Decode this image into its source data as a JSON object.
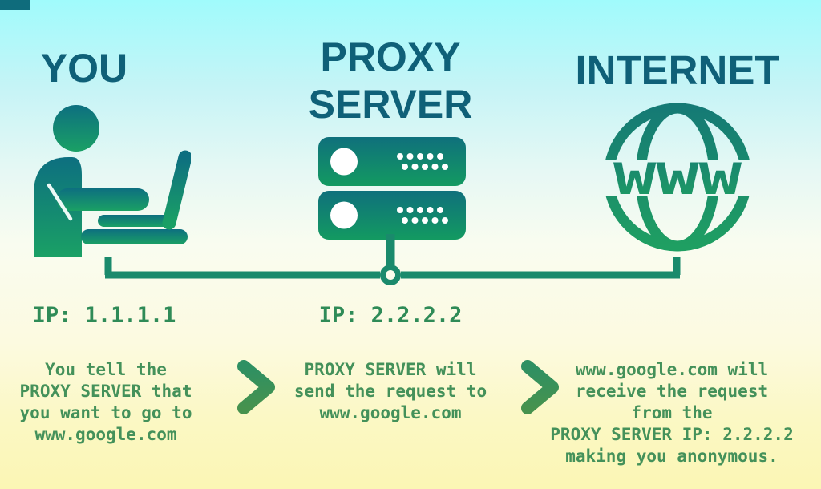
{
  "diagram_title": "Proxy server explanation infographic",
  "palette": {
    "title_text": "#0f6078",
    "ip_text": "#2f8b57",
    "body_text": "#44915a",
    "connector_line": "#1a8a6c",
    "icon_teal_top": "#0e6f80",
    "icon_green_bottom": "#1aa065",
    "arrow_top": "#2e9063",
    "arrow_bottom": "#46924e",
    "background_top": "#a0fbfc",
    "background_middle": "#f9fcf0",
    "background_bottom": "#fbf6b4"
  },
  "labels": {
    "you": "YOU",
    "proxy": "PROXY\nSERVER",
    "internet": "INTERNET"
  },
  "globe": {
    "text": "www"
  },
  "ips": {
    "you": "IP: 1.1.1.1",
    "proxy": "IP: 2.2.2.2"
  },
  "steps": [
    {
      "text": "You tell the\nPROXY SERVER that\nyou want to go to\nwww.google.com"
    },
    {
      "text": "PROXY SERVER will\nsend the request to\nwww.google.com"
    },
    {
      "text": "www.google.com will\nreceive the request\nfrom the\nPROXY SERVER IP: 2.2.2.2\nmaking you anonymous."
    }
  ]
}
